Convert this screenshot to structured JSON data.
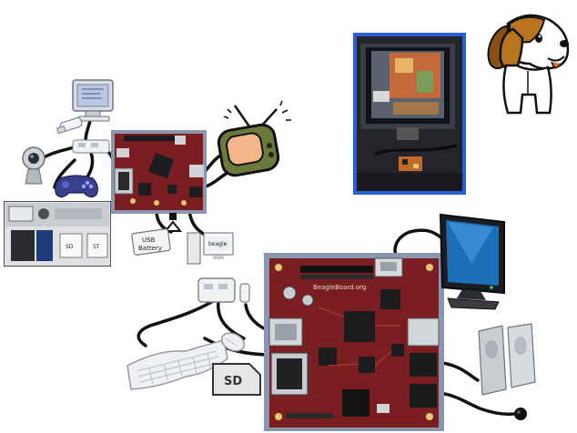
{
  "labels": {
    "board_name": "BeagleBoard.org",
    "usb_battery_line1": "USB",
    "usb_battery_line2": "Battery",
    "sd_card": "SD",
    "desktop_caption": "beagle",
    "sd_small_left": "SD",
    "sd_small_right": "ST"
  },
  "colors": {
    "board_red": "#7a1e22",
    "board_dark": "#5a1418",
    "photo_border": "#2a5fd6",
    "tv_screen": "#f3b58a",
    "tv_body": "#6b7a3b",
    "dog_brown": "#b8741e",
    "cable": "#111111"
  },
  "icons": {
    "monitor": "monitor-icon",
    "webcam": "webcam-icon",
    "gamepad": "gamepad-icon",
    "tv": "tv-icon",
    "beagle": "beagle-mascot-icon",
    "keyboard": "keyboard-icon",
    "mouse": "mouse-icon",
    "speakers": "speakers-icon",
    "microphone": "microphone-icon",
    "usb_hub": "usb-hub-icon",
    "usb_stick": "usb-stick-icon"
  }
}
